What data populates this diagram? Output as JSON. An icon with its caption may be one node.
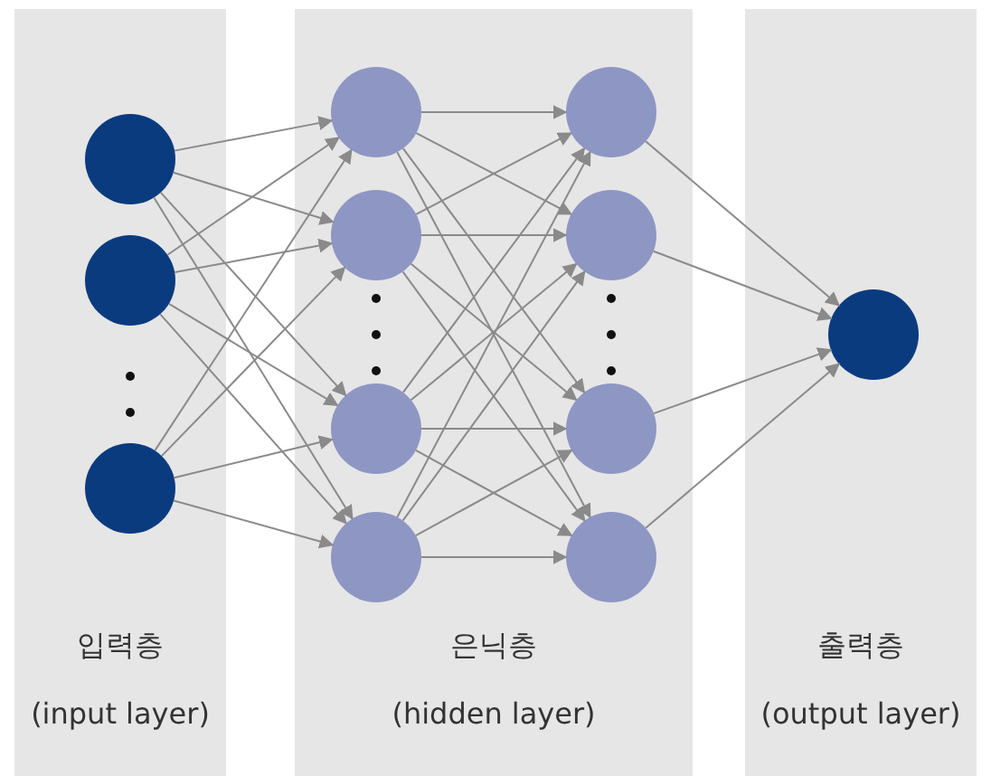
{
  "diagram": {
    "nodes": [
      {
        "text": [
          "입력층",
          "(input layer)"
        ]
      },
      {
        "text": [],
        "shape": "circle",
        "in": 0
      },
      {
        "text": [],
        "shape": "circle",
        "in": 0
      },
      {
        "text": [],
        "shape": "circle",
        "in": 0
      },
      {
        "text": [
          "은닉층",
          "(hidden layer)"
        ]
      },
      {
        "text": [],
        "shape": "circle",
        "in": 4
      },
      {
        "text": [],
        "shape": "circle",
        "in": 4
      },
      {
        "text": [],
        "shape": "circle",
        "in": 4
      },
      {
        "text": [],
        "shape": "circle",
        "in": 4
      },
      {
        "text": [],
        "shape": "circle",
        "in": 4
      },
      {
        "text": [],
        "shape": "circle",
        "in": 4
      },
      {
        "text": [],
        "shape": "circle",
        "in": 4
      },
      {
        "text": [],
        "shape": "circle",
        "in": 4
      },
      {
        "text": [
          "출력층",
          "(output layer)"
        ]
      },
      {
        "text": [],
        "shape": "circle",
        "in": 13
      }
    ],
    "edges": [
      {
        "from": 1,
        "to": 5,
        "arrow": "to"
      },
      {
        "from": 1,
        "to": 6,
        "arrow": "to"
      },
      {
        "from": 1,
        "to": 7,
        "arrow": "to"
      },
      {
        "from": 1,
        "to": 8,
        "arrow": "to"
      },
      {
        "from": 2,
        "to": 5,
        "arrow": "to"
      },
      {
        "from": 2,
        "to": 6,
        "arrow": "to"
      },
      {
        "from": 2,
        "to": 7,
        "arrow": "to"
      },
      {
        "from": 2,
        "to": 8,
        "arrow": "to"
      },
      {
        "from": 3,
        "to": 5,
        "arrow": "to"
      },
      {
        "from": 3,
        "to": 6,
        "arrow": "to"
      },
      {
        "from": 3,
        "to": 7,
        "arrow": "to"
      },
      {
        "from": 3,
        "to": 8,
        "arrow": "to"
      },
      {
        "from": 5,
        "to": 9,
        "arrow": "to"
      },
      {
        "from": 5,
        "to": 10,
        "arrow": "to"
      },
      {
        "from": 5,
        "to": 11,
        "arrow": "to"
      },
      {
        "from": 5,
        "to": 12,
        "arrow": "to"
      },
      {
        "from": 6,
        "to": 9,
        "arrow": "to"
      },
      {
        "from": 6,
        "to": 10,
        "arrow": "to"
      },
      {
        "from": 6,
        "to": 11,
        "arrow": "to"
      },
      {
        "from": 6,
        "to": 12,
        "arrow": "to"
      },
      {
        "from": 7,
        "to": 9,
        "arrow": "to"
      },
      {
        "from": 7,
        "to": 10,
        "arrow": "to"
      },
      {
        "from": 7,
        "to": 11,
        "arrow": "to"
      },
      {
        "from": 7,
        "to": 12,
        "arrow": "to"
      },
      {
        "from": 8,
        "to": 9,
        "arrow": "to"
      },
      {
        "from": 8,
        "to": 10,
        "arrow": "to"
      },
      {
        "from": 8,
        "to": 11,
        "arrow": "to"
      },
      {
        "from": 8,
        "to": 12,
        "arrow": "to"
      },
      {
        "from": 9,
        "to": 14,
        "arrow": "to"
      },
      {
        "from": 10,
        "to": 14,
        "arrow": "to"
      },
      {
        "from": 11,
        "to": 14,
        "arrow": "to"
      },
      {
        "from": 12,
        "to": 14,
        "arrow": "to"
      }
    ]
  }
}
